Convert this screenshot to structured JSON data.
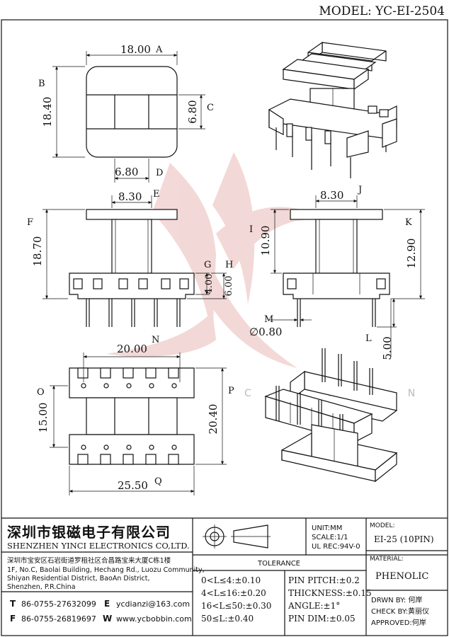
{
  "header": {
    "model": "MODEL: YC-EI-2504"
  },
  "watermark": {
    "letters": "Y C I N"
  },
  "dimensions": {
    "A": {
      "value": "18.00",
      "letter": "A"
    },
    "B": {
      "value": "18.40",
      "letter": "B"
    },
    "C": {
      "value": "6.80",
      "letter": "C"
    },
    "D": {
      "value": "6.80",
      "letter": "D"
    },
    "E": {
      "value": "8.30",
      "letter": "E"
    },
    "F": {
      "value": "18.70",
      "letter": "F"
    },
    "G": {
      "value": "4.00",
      "letter": "G"
    },
    "H": {
      "value": "6.00",
      "letter": "H"
    },
    "I": {
      "value": "10.90",
      "letter": "I"
    },
    "J": {
      "value": "8.30",
      "letter": "J"
    },
    "K": {
      "value": "12.90",
      "letter": "K"
    },
    "L": {
      "value": "5.00",
      "letter": "L"
    },
    "M": {
      "value": "∅0.80",
      "letter": "M"
    },
    "N": {
      "value": "20.00",
      "letter": "N"
    },
    "O": {
      "value": "15.00",
      "letter": "O"
    },
    "P": {
      "value": "20.40",
      "letter": "P"
    },
    "Q": {
      "value": "25.50",
      "letter": "Q"
    }
  },
  "company": {
    "name_cn": "深圳市银磁电子有限公司",
    "name_en": "SHENZHEN YINCI ELECTRONICS CO,LTD.",
    "address_cn": "深圳市宝安区石岩街道罗租社区合昌路宝来大厦C栋1楼",
    "address_en_1": "1F, No.C, Baolai Building, Hechang Rd., Luozu Community,",
    "address_en_2": "Shiyan Residential District, BaoAn District,",
    "address_en_3": "Shenzhen, P.R.China",
    "tel_label": "T",
    "tel": "86-0755-27632099",
    "fax_label": "F",
    "fax": "86-0755-26819697",
    "email_label": "E",
    "email": "ycdianzi@163.com",
    "web_label": "W",
    "web": "www.ycbobbin.com"
  },
  "units": {
    "unit": "UNIT:MM",
    "scale": "SCALE:1/1",
    "ul": "UL REC:94V-0"
  },
  "tolerance": {
    "title": "TOLERANCE",
    "rows": [
      {
        "left": "0<L≤4:±0.10",
        "right": "PIN PITCH:±0.2"
      },
      {
        "left": "4<L≤16:±0.20",
        "right": "THICKNESS:±0.15"
      },
      {
        "left": "16<L≤50:±0.30",
        "right": "ANGLE:±1°"
      },
      {
        "left": "50≤L:±0.40",
        "right": "PIN DIM:±0.05"
      }
    ]
  },
  "info": {
    "model_label": "MODEL:",
    "model_value": "EI-25 (10PIN)",
    "material_label": "MATERIAL:",
    "material_value": "PHENOLIC",
    "drawn": "DRWN BY: 何岸",
    "check": "CHECK BY:黄丽仪",
    "approved": "APPROVED:何岸"
  }
}
